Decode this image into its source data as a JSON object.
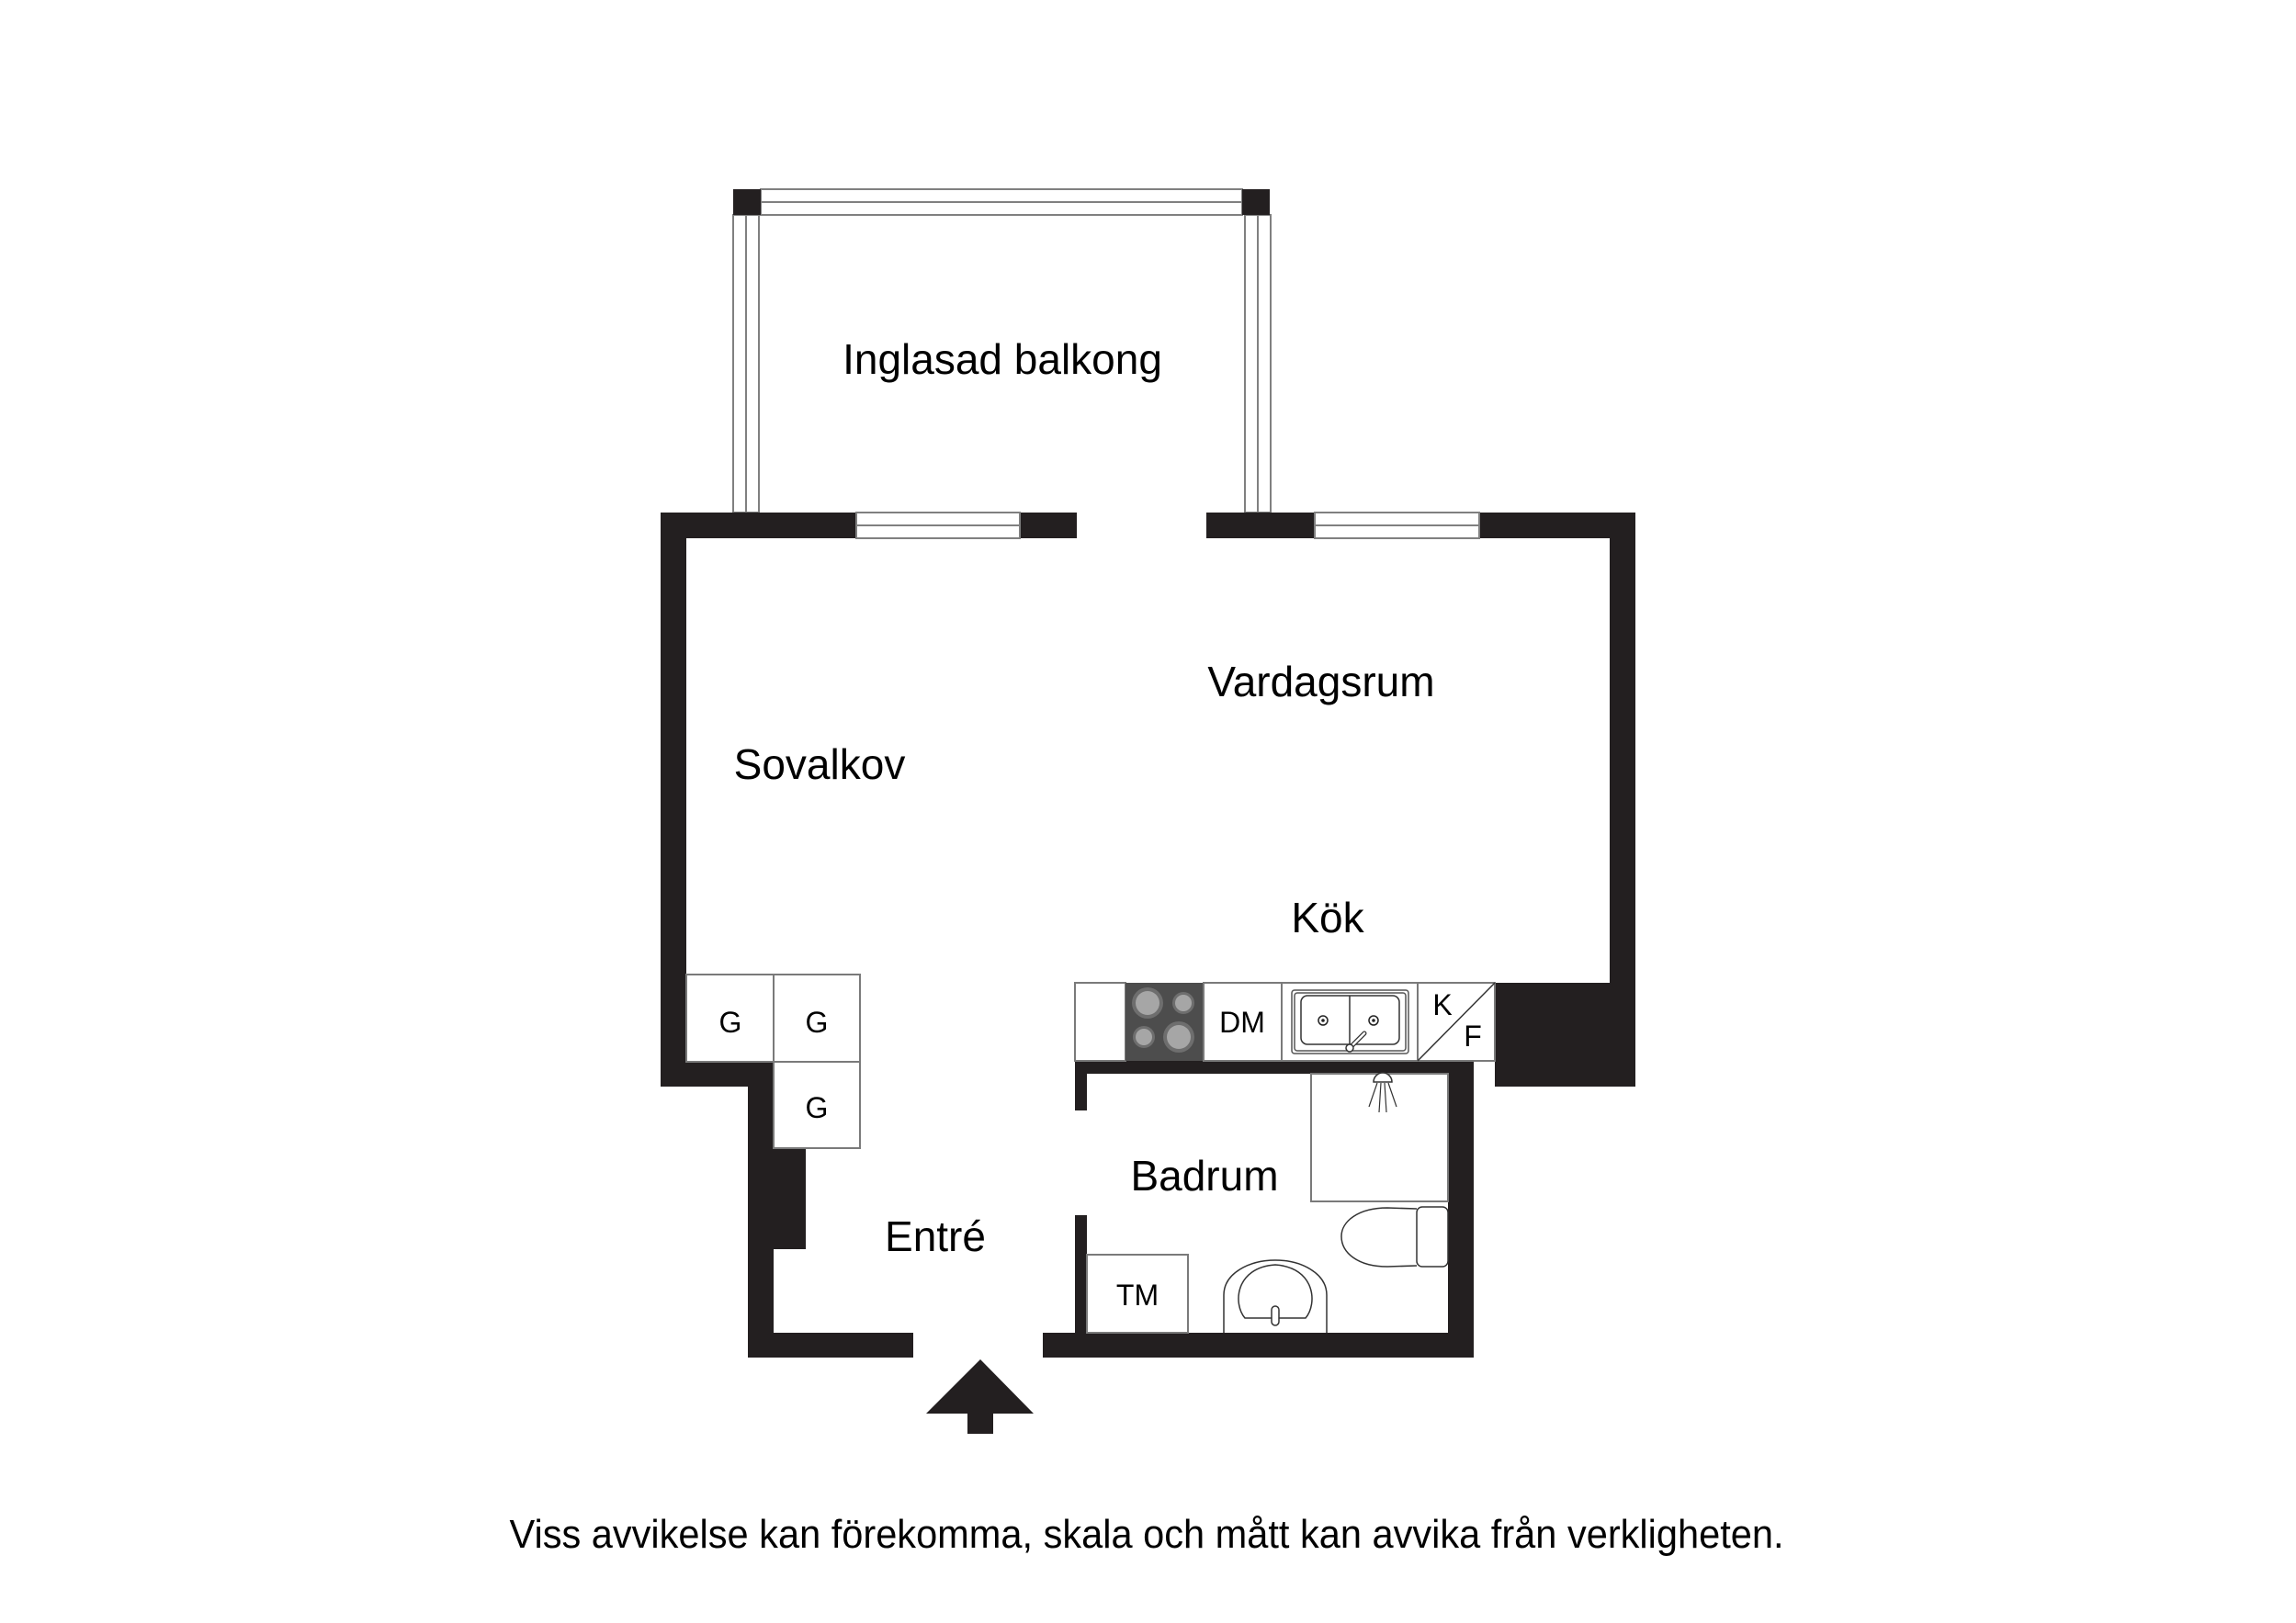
{
  "rooms": {
    "balcony": "Inglasad balkong",
    "living_room": "Vardagsrum",
    "sleeping_alcove": "Sovalkov",
    "kitchen": "Kök",
    "bathroom": "Badrum",
    "hallway": "Entré"
  },
  "fixtures": {
    "wardrobe_1": "G",
    "wardrobe_2": "G",
    "wardrobe_3": "G",
    "dishwasher": "DM",
    "fridge_top": "K",
    "freezer_bottom": "F",
    "washing_machine": "TM"
  },
  "icons": {
    "stove": "stove-icon",
    "sink": "kitchen-sink-icon",
    "shower": "shower-icon",
    "toilet": "toilet-icon",
    "washbasin": "washbasin-icon",
    "entrance": "entrance-arrow-icon"
  },
  "colors": {
    "wall": "#231f20",
    "stove": "#4d4d4d",
    "burner": "#a6a6a6"
  },
  "footer": {
    "disclaimer": "Viss avvikelse kan förekomma, skala och mått kan avvika från verkligheten."
  }
}
